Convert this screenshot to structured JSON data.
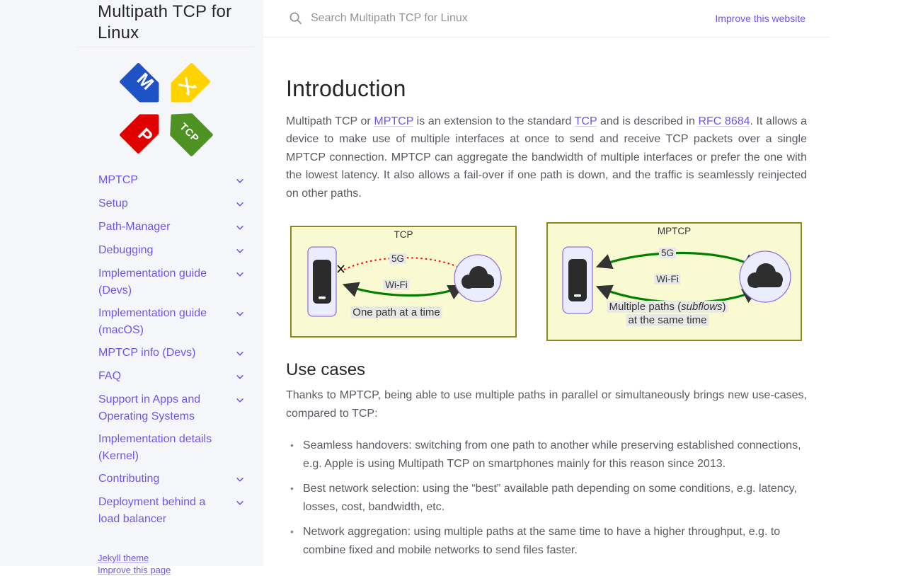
{
  "colors": {
    "accent": "#7253ed",
    "body_text": "#5c5962",
    "heading": "#27262b",
    "sidebar_bg": "#f5f6fa",
    "border": "#eeebee",
    "diagram_bg": "#fafad2",
    "diagram_border": "#8a8a20",
    "path_active_green": "#008000",
    "path_blocked_red": "#ff0000",
    "node_bg": "#ececff",
    "node_border": "#9370db",
    "logo_blue": "#1f52c7",
    "logo_yellow": "#ffd300",
    "logo_red": "#e00000",
    "logo_green": "#4d9222"
  },
  "sidebar": {
    "title": "Multipath TCP for Linux",
    "logo": "mptcp-logo",
    "nav": [
      {
        "label": "MPTCP",
        "expandable": true
      },
      {
        "label": "Setup",
        "expandable": true
      },
      {
        "label": "Path-Manager",
        "expandable": true
      },
      {
        "label": "Debugging",
        "expandable": true
      },
      {
        "label": "Implementation guide (Devs)",
        "expandable": true
      },
      {
        "label": "Implementation guide (macOS)",
        "expandable": true
      },
      {
        "label": "MPTCP info (Devs)",
        "expandable": true
      },
      {
        "label": "FAQ",
        "expandable": true
      },
      {
        "label": "Support in Apps and Operating Systems",
        "expandable": true
      },
      {
        "label": "Implementation details (Kernel)",
        "expandable": false
      },
      {
        "label": "Contributing",
        "expandable": true
      },
      {
        "label": "Deployment behind a load balancer",
        "expandable": true
      }
    ],
    "footer": {
      "jekyll_theme": "Jekyll theme",
      "improve_page": "Improve this page"
    }
  },
  "header": {
    "search_placeholder": "Search Multipath TCP for Linux",
    "improve_website": "Improve this website"
  },
  "main": {
    "title": "Introduction",
    "intro_segments": [
      {
        "text": "Multipath TCP or "
      },
      {
        "text": "MPTCP",
        "link": true
      },
      {
        "text": " is an extension to the standard "
      },
      {
        "text": "TCP",
        "link": true
      },
      {
        "text": " and is described in "
      },
      {
        "text": "RFC 8684",
        "link": true
      },
      {
        "text": ". It allows a device to make use of multiple interfaces at once to send and receive TCP packets over a single MPTCP connection. MPTCP can aggregate the bandwidth of multiple interfaces or prefer the one with the lowest latency. It also allows a fail-over if one path is down, and the traffic is seamlessly reinjected on other paths."
      }
    ],
    "diagrams": {
      "tcp": {
        "title": "TCP",
        "path1_label": "5G",
        "path2_label": "Wi-Fi",
        "caption": "One path at a time"
      },
      "mptcp": {
        "title": "MPTCP",
        "path1_label": "5G",
        "path2_label": "Wi-Fi",
        "caption_line1_segments": [
          {
            "text": "Multiple paths ("
          },
          {
            "text": "subflows",
            "italic": true
          },
          {
            "text": ")"
          }
        ],
        "caption_line2": "at the same time"
      }
    },
    "use_cases": {
      "title": "Use cases",
      "intro": "Thanks to MPTCP, being able to use multiple paths in parallel or simultaneously brings new use-cases, compared to TCP:",
      "items": [
        "Seamless handovers: switching from one path to another while preserving established connections, e.g. Apple is using Multipath TCP on smartphones mainly for this reason since 2013.",
        "Best network selection: using the “best” available path depending on some conditions, e.g. latency, losses, cost, bandwidth, etc.",
        "Network aggregation: using multiple paths at the same time to have a higher throughput, e.g. to combine fixed and mobile networks to send files faster."
      ]
    }
  }
}
